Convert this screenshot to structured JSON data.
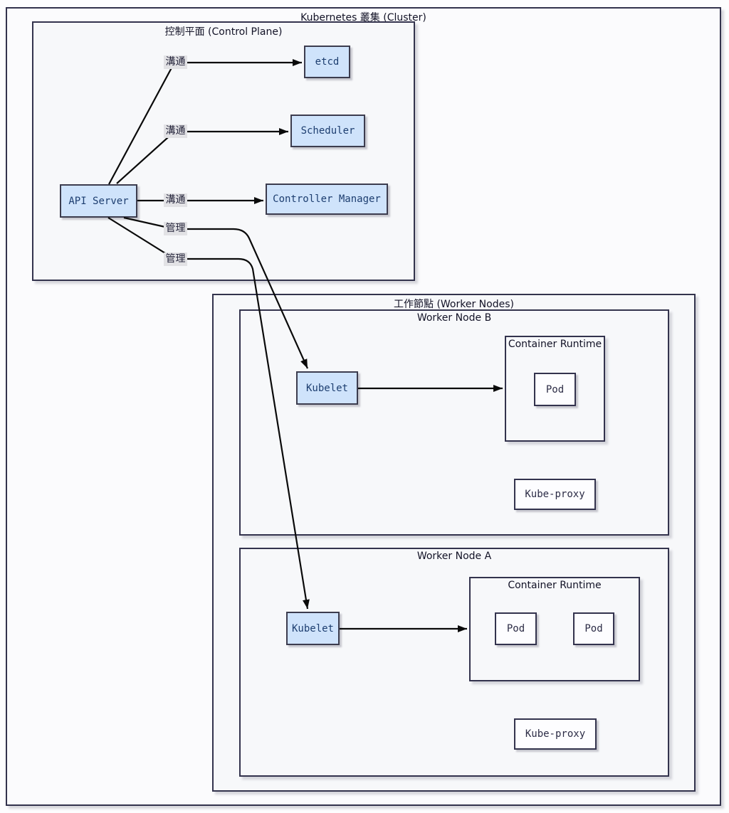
{
  "diagram": {
    "cluster_title": "Kubernetes 叢集 (Cluster)",
    "control_plane": {
      "title": "控制平面 (Control Plane)",
      "api_server": "API Server",
      "etcd": "etcd",
      "scheduler": "Scheduler",
      "controller_manager": "Controller Manager"
    },
    "edge_labels": {
      "communicate_etcd": "溝通",
      "communicate_scheduler": "溝通",
      "communicate_controller_manager": "溝通",
      "manage_kubelet_b": "管理",
      "manage_kubelet_a": "管理"
    },
    "worker_nodes": {
      "title": "工作節點 (Worker Nodes)",
      "node_b": {
        "title": "Worker Node B",
        "kubelet": "Kubelet",
        "container_runtime": "Container Runtime",
        "pods": [
          "Pod"
        ],
        "kube_proxy": "Kube-proxy"
      },
      "node_a": {
        "title": "Worker Node A",
        "kubelet": "Kubelet",
        "container_runtime": "Container Runtime",
        "pods": [
          "Pod",
          "Pod"
        ],
        "kube_proxy": "Kube-proxy"
      }
    },
    "colors": {
      "node_fill": "#cfe3fb",
      "node_border": "#3c3c4e",
      "container_fill": "#f7f8fa",
      "container_border": "#33334d",
      "node_text": "#1d3e70",
      "edge_color": "#0a0a0a",
      "edge_label_bg": "#e2e2e5",
      "page_bg": "#fdfdfe"
    }
  }
}
